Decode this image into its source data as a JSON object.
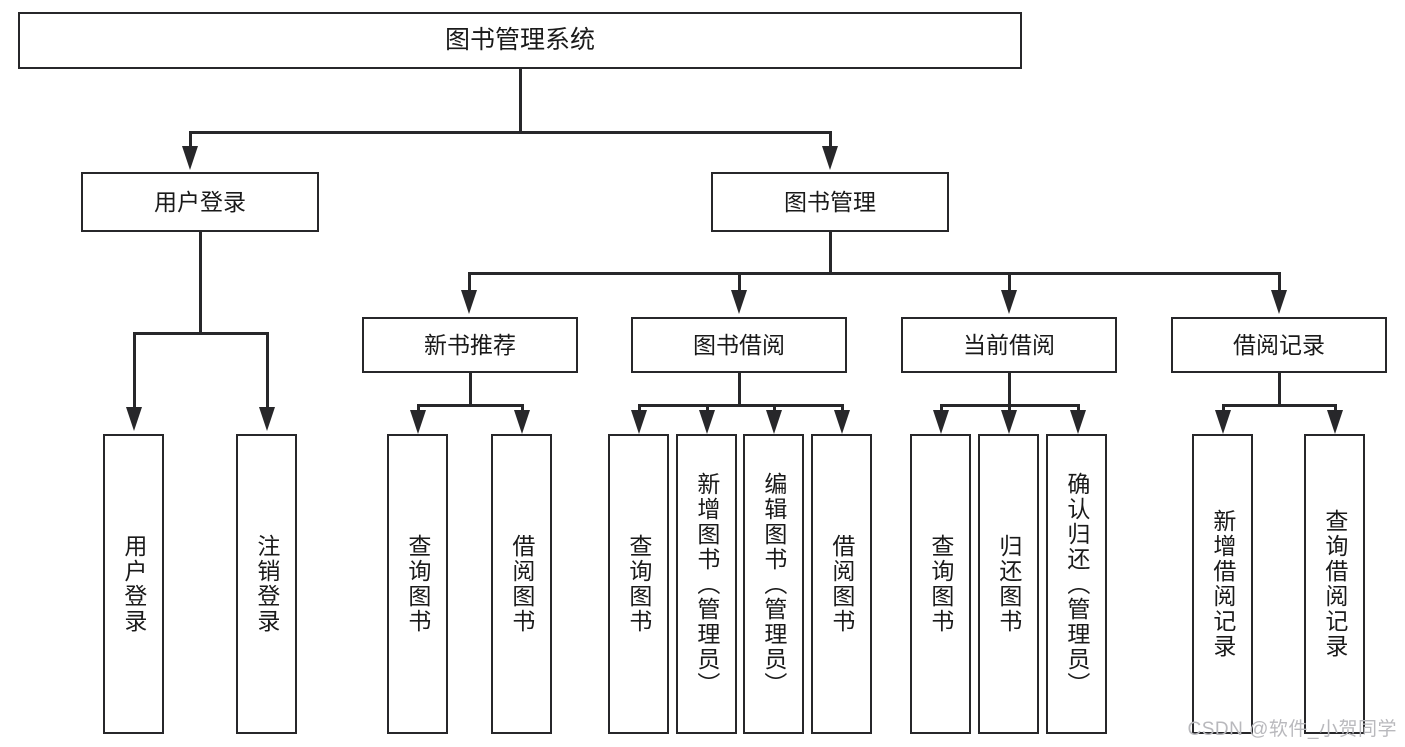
{
  "diagram": {
    "type": "tree-hierarchy",
    "title": "图书管理系统",
    "root": {
      "label": "图书管理系统"
    },
    "level2": [
      {
        "label": "用户登录"
      },
      {
        "label": "图书管理"
      }
    ],
    "level3": [
      {
        "label": "新书推荐"
      },
      {
        "label": "图书借阅"
      },
      {
        "label": "当前借阅"
      },
      {
        "label": "借阅记录"
      }
    ],
    "leaves": {
      "user_login": [
        {
          "label": "用户登录"
        },
        {
          "label": "注销登录"
        }
      ],
      "new_book_recommend": [
        {
          "label": "查询图书"
        },
        {
          "label": "借阅图书"
        }
      ],
      "book_borrow": [
        {
          "label": "查询图书"
        },
        {
          "label": "新增图书（管理员）"
        },
        {
          "label": "编辑图书（管理员）"
        },
        {
          "label": "借阅图书"
        }
      ],
      "current_borrow": [
        {
          "label": "查询图书"
        },
        {
          "label": "归还图书"
        },
        {
          "label": "确认归还（管理员）"
        }
      ],
      "borrow_record": [
        {
          "label": "新增借阅记录"
        },
        {
          "label": "查询借阅记录"
        }
      ]
    }
  },
  "watermark": {
    "text": "CSDN @软件_小贺同学"
  },
  "colors": {
    "stroke": "#27272a",
    "background": "#ffffff",
    "text": "#1a1a1a",
    "watermark": "#b9b9bd"
  }
}
